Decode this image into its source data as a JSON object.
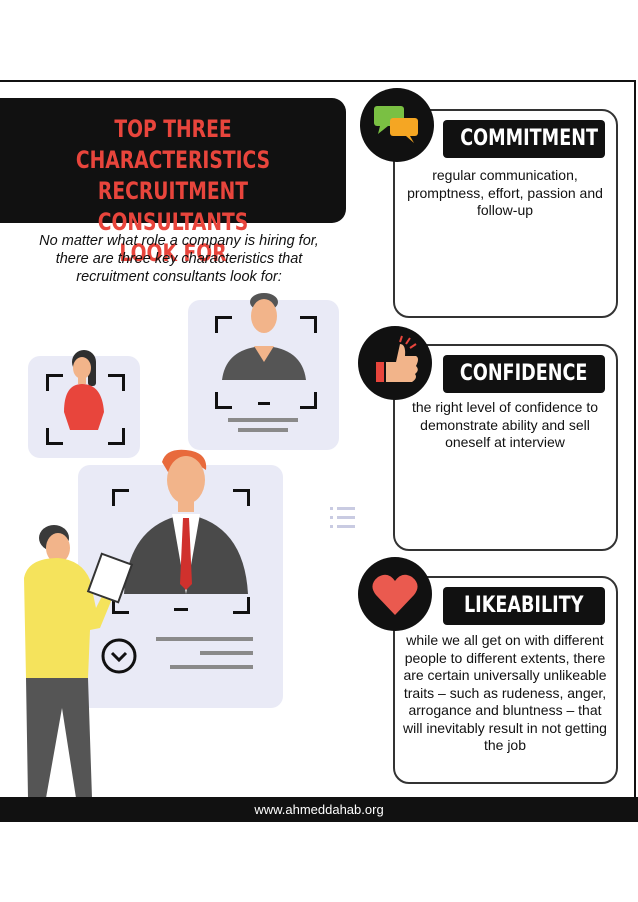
{
  "header": {
    "title_lines": [
      "TOP THREE CHARACTERISTICS",
      "RECRUITMENT CONSULTANTS",
      "LOOK FOR"
    ],
    "intro": "No matter what role a company is hiring for, there are three key characteristics that recruitment consultants look for:"
  },
  "characteristics": [
    {
      "label": "COMMITMENT",
      "icon": "chat-bubbles-icon",
      "text": "regular communication, promptness, effort, passion and follow-up"
    },
    {
      "label": "CONFIDENCE",
      "icon": "thumbs-up-icon",
      "text": "the right level of confidence to demonstrate ability and sell oneself at interview"
    },
    {
      "label": "LIKEABILITY",
      "icon": "heart-icon",
      "text": "while we all get on with different people to different extents, there are certain universally unlikeable traits – such as rudeness, anger, arrogance and bluntness – that will inevitably result in not getting the job"
    }
  ],
  "footer": {
    "url": "www.ahmeddahab.org"
  },
  "colors": {
    "accent_red": "#e8453c",
    "dark": "#111111",
    "panel": "#e9eaf6",
    "yellow": "#f5e35c",
    "chat_green": "#7ac043",
    "chat_orange": "#f5a623"
  }
}
